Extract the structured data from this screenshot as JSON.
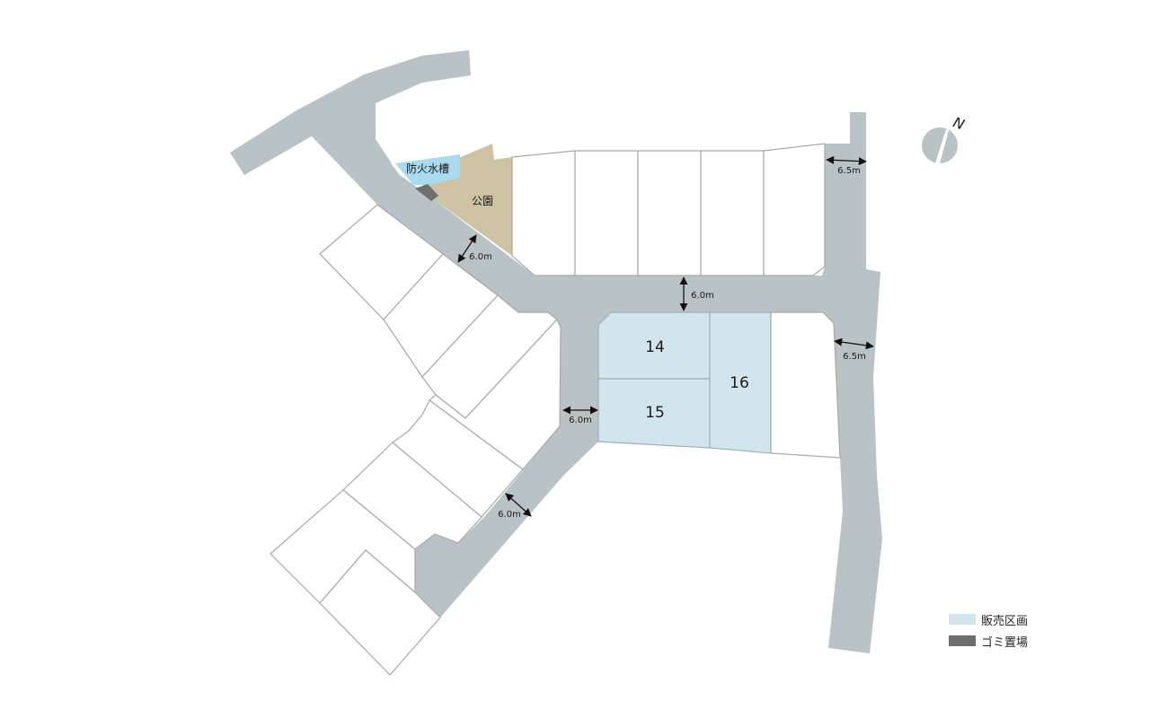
{
  "map": {
    "colors": {
      "road": "#b9c2c5",
      "sale_lot": "#d1e5ec",
      "park": "#cdc3a2",
      "fire_cistern": "#a9dbef",
      "garbage": "#6e6e6e",
      "lot_border": "#a8a8a8"
    },
    "labels": {
      "fire_cistern": "防火水槽",
      "park": "公園"
    },
    "lot_numbers": {
      "lot_14": "14",
      "lot_15": "15",
      "lot_16": "16"
    },
    "dimensions": {
      "diag_upper": "6.0m",
      "main_road": "6.0m",
      "ne_road": "6.5m",
      "east_road": "6.5m",
      "center_road": "6.0m",
      "sw_road": "6.0m"
    },
    "compass": {
      "icon": "north-arrow-icon",
      "label": "N"
    }
  },
  "legend": {
    "items": [
      {
        "label": "販売区画",
        "color": "#d1e5ec"
      },
      {
        "label": "ゴミ置場",
        "color": "#6e6e6e"
      }
    ]
  }
}
